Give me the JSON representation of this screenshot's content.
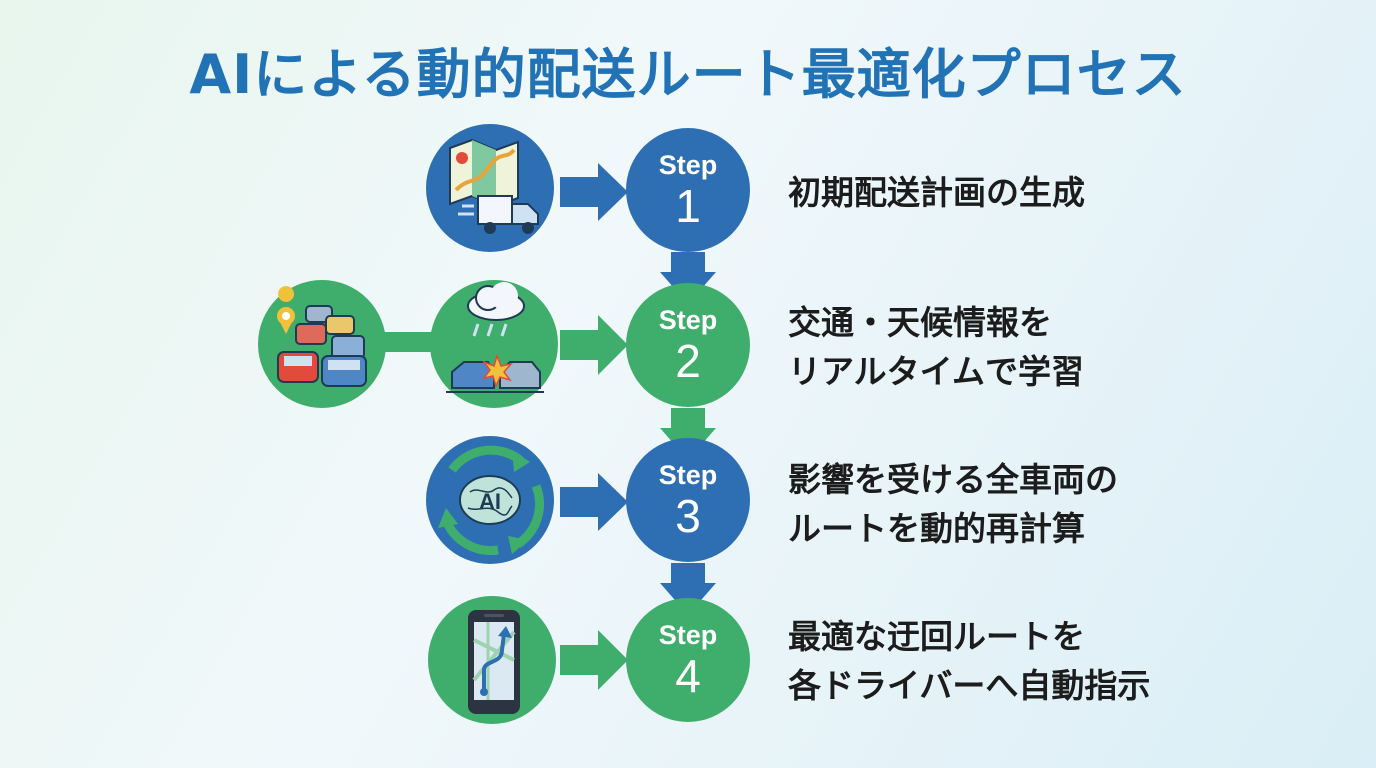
{
  "title": "AIによる動的配送ルート最適化プロセス",
  "colors": {
    "blue": "#2e6fb4",
    "green": "#3fae6c",
    "title": "#2272b6"
  },
  "steps": [
    {
      "word": "Step",
      "num": "1",
      "color": "blue",
      "icons": [
        "map-truck-icon"
      ],
      "lines": [
        "初期配送計画の生成"
      ]
    },
    {
      "word": "Step",
      "num": "2",
      "color": "green",
      "icons": [
        "traffic-jam-icon",
        "weather-accident-icon"
      ],
      "lines": [
        "交通・天候情報を",
        "リアルタイムで学習"
      ]
    },
    {
      "word": "Step",
      "num": "3",
      "color": "blue",
      "icons": [
        "ai-brain-cycle-icon"
      ],
      "lines": [
        "影響を受ける全車両の",
        "ルートを動的再計算"
      ]
    },
    {
      "word": "Step",
      "num": "4",
      "color": "green",
      "icons": [
        "smartphone-route-icon"
      ],
      "lines": [
        "最適な迂回ルートを",
        "各ドライバーへ自動指示"
      ]
    }
  ],
  "icon_text": {
    "ai_label": "AI"
  }
}
